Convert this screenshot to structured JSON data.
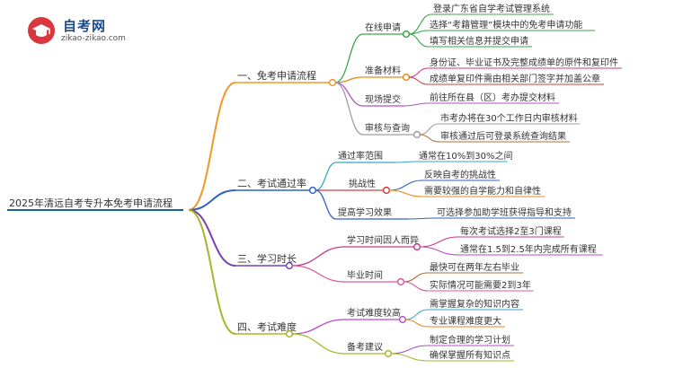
{
  "brand": {
    "name": "自考网",
    "url": "zikao-zikao.com"
  },
  "colors": {
    "root": "#1f5fa0",
    "branch1": "#f29727",
    "branch2": "#2f62c8",
    "branch3": "#7b3fb3",
    "branch4": "#a8b52a",
    "sub_green": "#3aa64a",
    "sub_orange": "#e58b22",
    "sub_purple": "#b54fc4",
    "sub_gray": "#9f9f9f",
    "sub_teal": "#36a8c8",
    "sub_red": "#d33d3d",
    "sub_blue": "#2f62c8",
    "sub_magenta": "#c8398e",
    "sub_olive": "#a8b52a",
    "sub_brown": "#b07035",
    "sub_pink": "#d85a9e"
  },
  "root": {
    "label": "2025年清远自考专升本免考申请流程"
  },
  "branches": [
    {
      "label": "一、免考申请流程",
      "color": "branch1",
      "children": [
        {
          "label": "在线申请",
          "color": "sub_green",
          "leaves": [
            {
              "label": "登录广东省自学考试管理系统",
              "color": "sub_green"
            },
            {
              "label": "选择“考籍管理”模块中的免考申请功能",
              "color": "sub_green"
            },
            {
              "label": "填写相关信息并提交申请",
              "color": "sub_green"
            }
          ]
        },
        {
          "label": "准备材料",
          "color": "sub_orange",
          "leaves": [
            {
              "label": "身份证、毕业证书及完整成绩单的原件和复印件",
              "color": "sub_magenta"
            },
            {
              "label": "成绩单复印件需由相关部门签字并加盖公章",
              "color": "sub_red"
            }
          ]
        },
        {
          "label": "现场提交",
          "color": "sub_purple",
          "leaves": [
            {
              "label": "前往所在县（区）考办提交材料",
              "color": "sub_purple"
            }
          ]
        },
        {
          "label": "审核与查询",
          "color": "sub_gray",
          "leaves": [
            {
              "label": "市考办将在30个工作日内审核材料",
              "color": "sub_gray"
            },
            {
              "label": "审核通过后可登录系统查询结果",
              "color": "sub_brown"
            }
          ]
        }
      ]
    },
    {
      "label": "二、考试通过率",
      "color": "branch2",
      "children": [
        {
          "label": "通过率范围",
          "color": "sub_teal",
          "leaves": [
            {
              "label": "通常在10%到30%之间",
              "color": "sub_teal"
            }
          ]
        },
        {
          "label": "挑战性",
          "color": "sub_red",
          "leaves": [
            {
              "label": "反映自考的挑战性",
              "color": "sub_blue"
            },
            {
              "label": "需要较强的自学能力和自律性",
              "color": "sub_orange"
            }
          ]
        },
        {
          "label": "提高学习效果",
          "color": "sub_blue",
          "leaves": [
            {
              "label": "可选择参加助学班获得指导和支持",
              "color": "sub_blue"
            }
          ]
        }
      ]
    },
    {
      "label": "三、学习时长",
      "color": "branch3",
      "children": [
        {
          "label": "学习时间因人而异",
          "color": "sub_magenta",
          "leaves": [
            {
              "label": "每次考试选择2至3门课程",
              "color": "sub_magenta"
            },
            {
              "label": "通常在1.5到2.5年内完成所有课程",
              "color": "sub_purple"
            }
          ]
        },
        {
          "label": "毕业时间",
          "color": "sub_pink",
          "leaves": [
            {
              "label": "最快可在两年左右毕业",
              "color": "sub_brown"
            },
            {
              "label": "实际情况可能需要2到3年",
              "color": "sub_pink"
            }
          ]
        }
      ]
    },
    {
      "label": "四、考试难度",
      "color": "branch4",
      "children": [
        {
          "label": "考试难度较高",
          "color": "sub_purple",
          "leaves": [
            {
              "label": "需掌握复杂的知识内容",
              "color": "sub_teal"
            },
            {
              "label": "专业课程难度更大",
              "color": "sub_orange"
            }
          ]
        },
        {
          "label": "备考建议",
          "color": "sub_olive",
          "leaves": [
            {
              "label": "制定合理的学习计划",
              "color": "sub_purple"
            },
            {
              "label": "确保掌握所有知识点",
              "color": "sub_olive"
            }
          ]
        }
      ]
    }
  ]
}
